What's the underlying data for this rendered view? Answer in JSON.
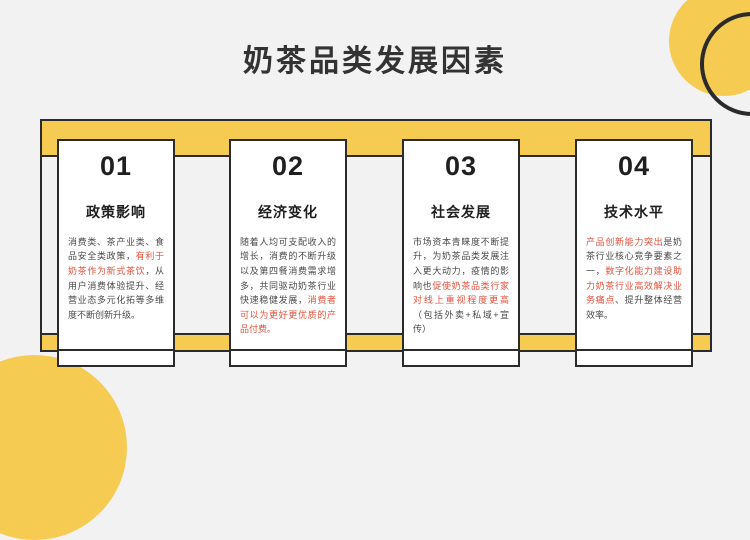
{
  "page": {
    "title": "奶茶品类发展因素",
    "background_color": "#f2f2f2",
    "accent_color": "#f5cb52",
    "outline_color": "#2b2b2b",
    "highlight_color": "#e4513c"
  },
  "decorations": [
    {
      "name": "circle-yellow-top-right",
      "shape": "filled-circle",
      "color": "#f5cb52"
    },
    {
      "name": "circle-outline-top-right",
      "shape": "outline-circle",
      "color": "#2b2b2b"
    },
    {
      "name": "circle-yellow-bottom-left",
      "shape": "filled-circle",
      "color": "#f5cb52"
    }
  ],
  "cards": [
    {
      "number": "01",
      "heading": "政策影响",
      "text_segments": [
        {
          "text": "消费类、茶产业类、食品安全类政策，",
          "highlight": false
        },
        {
          "text": "有利于奶茶作为新式茶饮",
          "highlight": true
        },
        {
          "text": "，从用户消费体验提升、经营业态多元化拓等多维度不断创新升级。",
          "highlight": false
        }
      ]
    },
    {
      "number": "02",
      "heading": "经济变化",
      "text_segments": [
        {
          "text": "随着人均可支配收入的增长，消费的不断升级以及第四餐消费需求增多，共同驱动奶茶行业快速稳健发展，",
          "highlight": false
        },
        {
          "text": "消费者可以为更好更优质的产品付费。",
          "highlight": true
        }
      ]
    },
    {
      "number": "03",
      "heading": "社会发展",
      "text_segments": [
        {
          "text": "市场资本青睐度不断提升，为奶茶品类发展注入更大动力，疫情的影响也",
          "highlight": false
        },
        {
          "text": "促使奶茶品类行家对线上重视程度更高",
          "highlight": true
        },
        {
          "text": "（包括外卖+私域+宣传）",
          "highlight": false
        }
      ]
    },
    {
      "number": "04",
      "heading": "技术水平",
      "text_segments": [
        {
          "text": "产品创新能力突出",
          "highlight": true
        },
        {
          "text": "是奶茶行业核心竞争要素之一，",
          "highlight": false
        },
        {
          "text": "数字化能力建设助力奶茶行业高效解决业务痛点",
          "highlight": true
        },
        {
          "text": "、提升整体经营效率。",
          "highlight": false
        }
      ]
    }
  ]
}
